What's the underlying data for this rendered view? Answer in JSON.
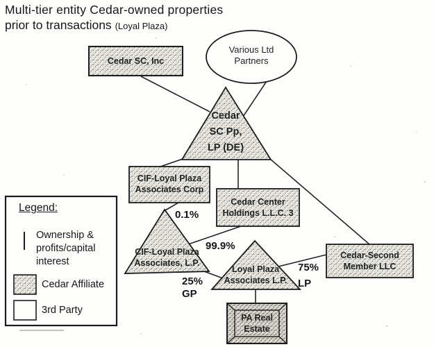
{
  "title": {
    "line1": "Multi-tier entity Cedar-owned properties",
    "line2": "prior to transactions",
    "line2_suffix": "(Loyal Plaza)"
  },
  "nodes": {
    "cedar_sc_inc": {
      "label": "Cedar SC, Inc",
      "style": "cedar-affiliate-box"
    },
    "various_ltd_partners": {
      "line1": "Various Ltd",
      "line2": "Partners",
      "style": "third-party-ellipse"
    },
    "cedar_sc_pp": {
      "line1": "Cedar",
      "line2": "SC Pp,",
      "line3": "LP (DE)",
      "style": "cedar-affiliate-triangle"
    },
    "cif_corp": {
      "line1": "CIF-Loyal Plaza",
      "line2": "Associates Corp",
      "style": "cedar-affiliate-box"
    },
    "cedar_center": {
      "line1": "Cedar Center",
      "line2": "Holdings L.L.C. 3",
      "style": "cedar-affiliate-box"
    },
    "cif_lp": {
      "line1": "CIF-Loyal Plaza",
      "line2": "Associates, L.P.",
      "style": "cedar-affiliate-triangle"
    },
    "loyal_plaza": {
      "line1": "Loyal Plaza",
      "line2": "Associates L.P.",
      "style": "cedar-affiliate-triangle"
    },
    "cedar_second": {
      "line1": "Cedar-Second",
      "line2": "Member LLC",
      "style": "cedar-affiliate-box"
    },
    "pa_real_estate": {
      "line1": "PA Real",
      "line2": "Estate",
      "style": "cedar-affiliate-framed-box"
    }
  },
  "edges": {
    "corp_to_cif": {
      "label": "0.1%"
    },
    "holdings_to_cif": {
      "label": "99.9%"
    },
    "cif_to_loyal": {
      "pct": "25%",
      "role": "GP"
    },
    "second_to_loyal": {
      "pct": "75%",
      "role": "LP"
    }
  },
  "legend": {
    "heading": "Legend:",
    "items": [
      {
        "symbol": "ownership-line",
        "label": "Ownership & profits/capital interest"
      },
      {
        "symbol": "hatched-box",
        "label": "Cedar Affiliate"
      },
      {
        "symbol": "white-box",
        "label": "3rd Party"
      }
    ]
  },
  "colors": {
    "ink": "#1b1b1b",
    "paper": "#fdfdfb",
    "affiliate_fill_bg": "#e9e8e2",
    "affiliate_fill_dot": "#55534e"
  }
}
